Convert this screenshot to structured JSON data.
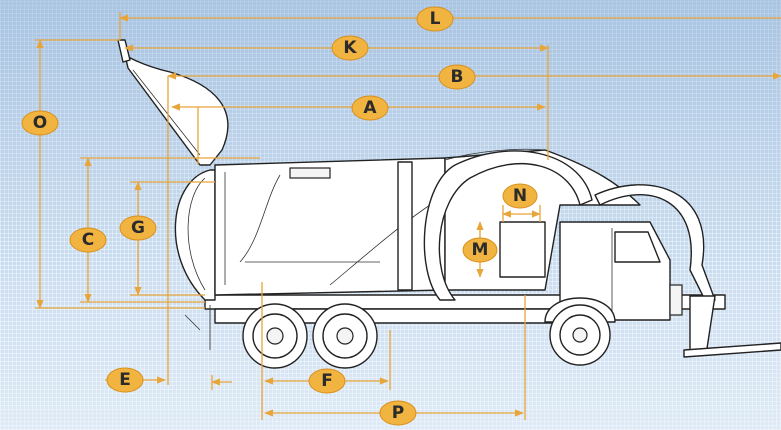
{
  "dimension_labels": {
    "L": "L",
    "K": "K",
    "B": "B",
    "A": "A",
    "O": "O",
    "C": "C",
    "G": "G",
    "N": "N",
    "M": "M",
    "E": "E",
    "F": "F",
    "P": "P"
  },
  "colors": {
    "dimension_line": "#e8a53a",
    "badge_fill": "#f2b441",
    "background": "#c9dcef"
  }
}
